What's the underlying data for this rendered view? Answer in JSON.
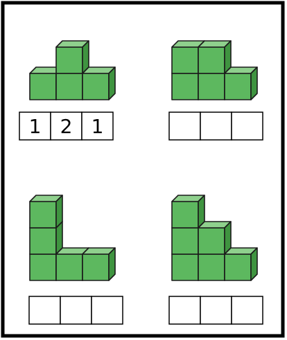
{
  "colors": {
    "frame": "#000000",
    "cube_front": "#5db85f",
    "cube_top": "#8fd08d",
    "cube_side": "#3f9440",
    "edge": "#1b1b1b",
    "box_fill": "#ffffff",
    "box_stroke": "#000000"
  },
  "figures": [
    {
      "id": "a",
      "heights": [
        1,
        2,
        1
      ],
      "answers": [
        "1",
        "2",
        "1"
      ]
    },
    {
      "id": "b",
      "heights": [
        2,
        2,
        1
      ],
      "answers": [
        "",
        "",
        ""
      ]
    },
    {
      "id": "c",
      "heights": [
        3,
        1,
        1
      ],
      "answers": [
        "",
        "",
        ""
      ]
    },
    {
      "id": "d",
      "heights": [
        3,
        2,
        1
      ],
      "answers": [
        "",
        "",
        ""
      ]
    }
  ]
}
